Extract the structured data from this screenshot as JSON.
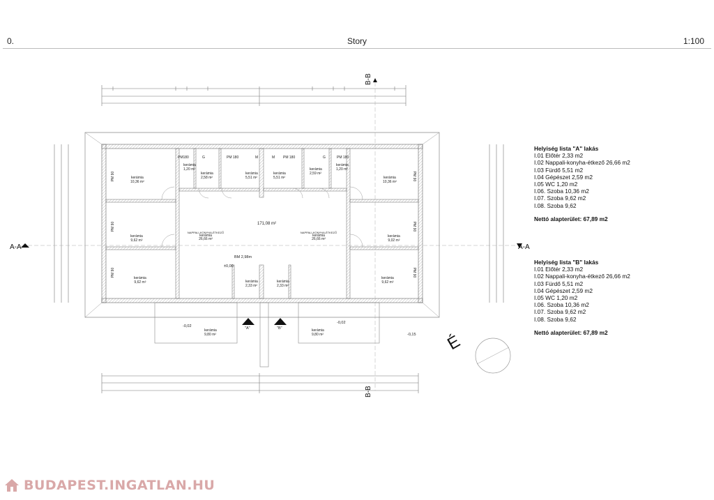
{
  "header": {
    "left": "0.",
    "center": "Story",
    "right": "1:100"
  },
  "sections": {
    "aa": "A-A",
    "bb": "B-B"
  },
  "north": "É",
  "watermark": "BUDAPEST.INGATLAN.HU",
  "colors": {
    "wall_hatch": "#c8c8c8",
    "line": "#555555",
    "watermark": "#d9a8a8"
  },
  "room_list_a": {
    "title": "Helyiség lista \"A\" lakás",
    "items": [
      "I.01 Előtér 2,33 m2",
      "I.02 Nappali-konyha-étkező 26,66 m2",
      "I.03 Fürdő 5,51 m2",
      "I.04 Gépészet 2,59 m2",
      "I.05 WC 1,20 m2",
      "I.06. Szoba 10,36 m2",
      "I.07. Szoba 9,62 m2",
      "I.08. Szoba 9,62"
    ],
    "net": "Nettó alapterület: 67,89 m2"
  },
  "room_list_b": {
    "title": "Helyiség lista \"B\" lakás",
    "items": [
      "I.01 Előtér 2,33 m2",
      "I.02 Nappali-konyha-étkező 26,66 m2",
      "I.03 Fürdő 5,51 m2",
      "I.04 Gépészet 2,59 m2",
      "I.05 WC 1,20 m2",
      "I.06. Szoba 10,36 m2",
      "I.07. Szoba 9,62 m2",
      "I.08. Szoba 9,62"
    ],
    "net": "Nettó alapterület: 67,89 m2"
  },
  "plan_labels": {
    "total_area": "171,08 m²",
    "ceiling": "BM 2,98m",
    "level0": "±0,00",
    "level_terrace_l": "-0,02",
    "level_terrace_r": "-0,02",
    "level_ext": "-0,15",
    "entrance_a": "\"A\"",
    "entrance_b": "\"B\"",
    "living_l_name": "NAPPALI-KONYHA-ÉTKEZŐ",
    "living_l_floor": "kerámia",
    "living_l_area": "26,66 m²",
    "living_r_name": "NAPPALI-KONYHA-ÉTKEZŐ",
    "living_r_floor": "kerámia",
    "living_r_area": "26,66 m²",
    "room_tl_floor": "kerámia",
    "room_tl_area": "10,36 m²",
    "room_ml_floor": "kerámia",
    "room_ml_area": "9,62 m²",
    "room_bl_floor": "kerámia",
    "room_bl_area": "9,62 m²",
    "room_tr_floor": "kerámia",
    "room_tr_area": "10,36 m²",
    "room_mr_floor": "kerámia",
    "room_mr_area": "9,02 m²",
    "room_br_floor": "kerámia",
    "room_br_area": "9,62 m²",
    "wc_l_floor": "kerámia",
    "wc_l_area": "1,20 m²",
    "gep_l_floor": "kerámia",
    "gep_l_area": "2,58 m²",
    "bath_l_floor": "kerámia",
    "bath_l_area": "5,51 m²",
    "bath_r_floor": "kerámia",
    "bath_r_area": "5,51 m²",
    "gep_r_floor": "kerámia",
    "gep_r_area": "2,59 m²",
    "wc_r_floor": "kerámia",
    "wc_r_area": "1,20 m²",
    "hall_l_floor": "kerámia",
    "hall_l_area": "2,33 m²",
    "hall_r_floor": "kerámia",
    "hall_r_area": "2,33 m²",
    "terrace_l_floor": "kerámia",
    "terrace_l_area": "9,80 m²",
    "terrace_r_floor": "kerámia",
    "terrace_r_area": "9,80 m²",
    "pm180_l": "PM180",
    "pm180_a": "PM 180",
    "pm180_b": "PM 180",
    "pm180_r": "PM 180",
    "pm90": "PM 90",
    "g": "G",
    "m": "M"
  }
}
